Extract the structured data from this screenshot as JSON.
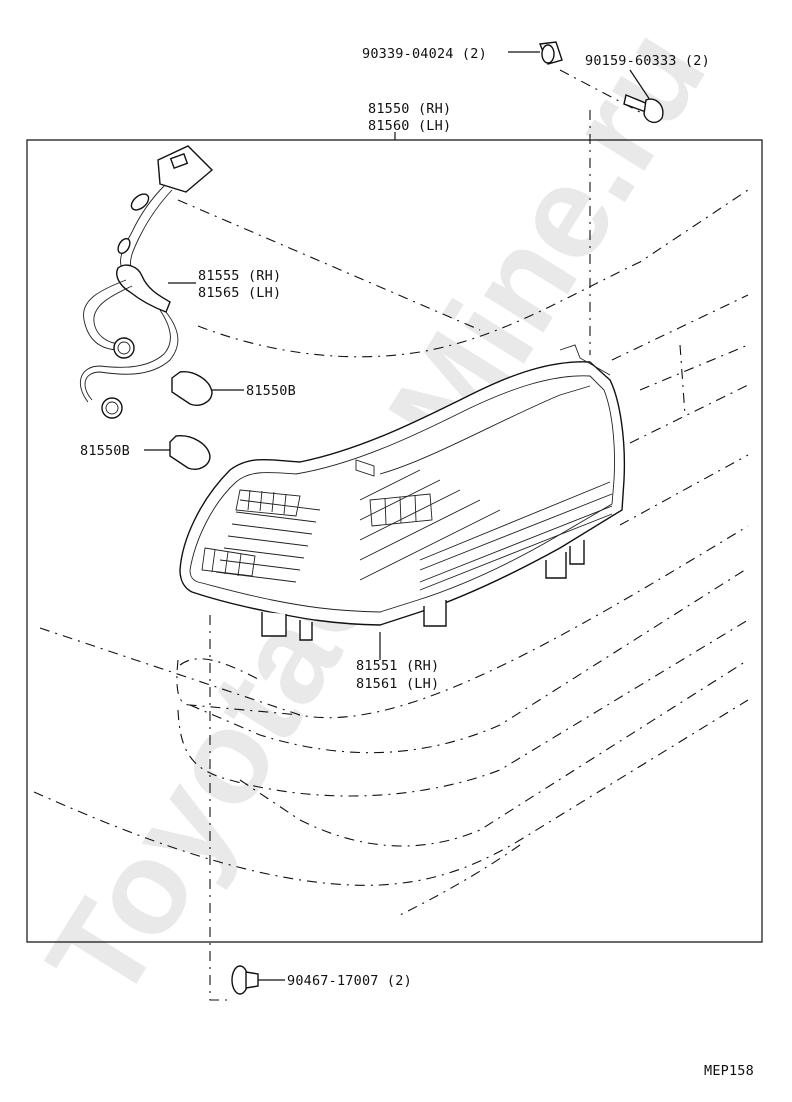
{
  "watermark": "ToyotaCarMine.ru",
  "diagram_code": "MEP158",
  "colors": {
    "ink": "#111111",
    "watermark": "#e9e9e9",
    "background": "#ffffff"
  },
  "callouts": {
    "cap_nut": "90339-04024 (2)",
    "bolt": "90159-60333 (2)",
    "lamp_assy_rh": "81550 (RH)",
    "lamp_assy_lh": "81560 (LH)",
    "socket_wire_rh": "81555 (RH)",
    "socket_wire_lh": "81565 (LH)",
    "bulb_upper": "81550B",
    "bulb_lower": "81550B",
    "lens_rh": "81551 (RH)",
    "lens_lh": "81561 (LH)",
    "clip": "90467-17007 (2)"
  }
}
